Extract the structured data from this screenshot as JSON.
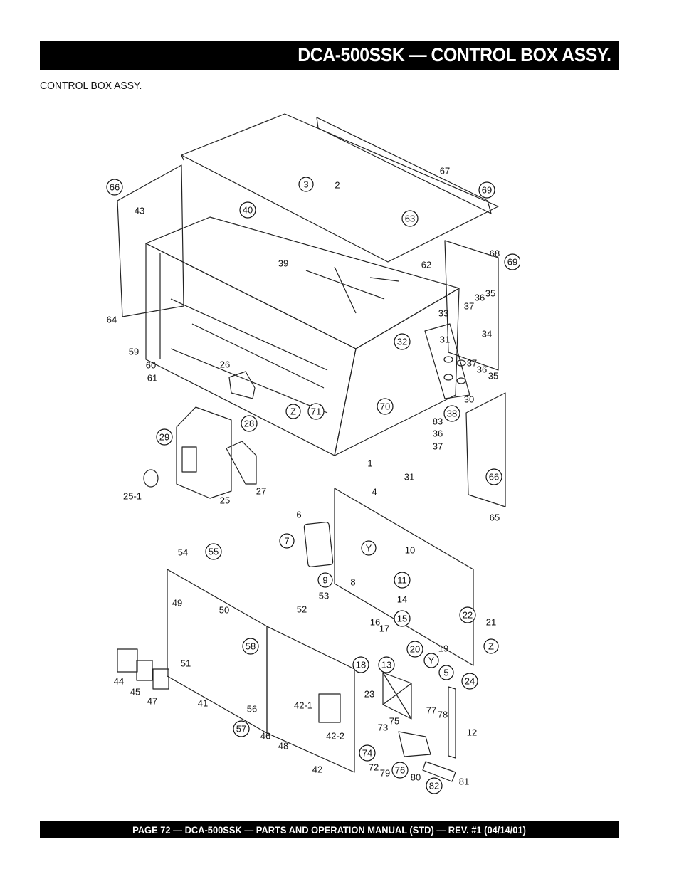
{
  "header": {
    "title": "DCA-500SSK — CONTROL BOX ASSY."
  },
  "section": {
    "subtitle": "CONTROL BOX ASSY."
  },
  "diagram": {
    "callouts": [
      {
        "id": "c66a",
        "label": "66",
        "circled": true
      },
      {
        "id": "c3",
        "label": "3",
        "circled": true
      },
      {
        "id": "c2",
        "label": "2",
        "circled": false
      },
      {
        "id": "c67",
        "label": "67",
        "circled": false
      },
      {
        "id": "c69a",
        "label": "69",
        "circled": true
      },
      {
        "id": "c43",
        "label": "43",
        "circled": false
      },
      {
        "id": "c40",
        "label": "40",
        "circled": true
      },
      {
        "id": "c63",
        "label": "63",
        "circled": true
      },
      {
        "id": "c68",
        "label": "68",
        "circled": false
      },
      {
        "id": "c69b",
        "label": "69",
        "circled": true
      },
      {
        "id": "c39",
        "label": "39",
        "circled": false
      },
      {
        "id": "c62",
        "label": "62",
        "circled": false
      },
      {
        "id": "c37a",
        "label": "37",
        "circled": false
      },
      {
        "id": "c36a",
        "label": "36",
        "circled": false
      },
      {
        "id": "c35a",
        "label": "35",
        "circled": false
      },
      {
        "id": "c33",
        "label": "33",
        "circled": false
      },
      {
        "id": "c64",
        "label": "64",
        "circled": false
      },
      {
        "id": "c34",
        "label": "34",
        "circled": false
      },
      {
        "id": "c31a",
        "label": "31",
        "circled": false
      },
      {
        "id": "c32",
        "label": "32",
        "circled": true
      },
      {
        "id": "c59",
        "label": "59",
        "circled": false
      },
      {
        "id": "c37b",
        "label": "37",
        "circled": false
      },
      {
        "id": "c36b",
        "label": "36",
        "circled": false
      },
      {
        "id": "c35b",
        "label": "35",
        "circled": false
      },
      {
        "id": "c60",
        "label": "60",
        "circled": false
      },
      {
        "id": "c61",
        "label": "61",
        "circled": false
      },
      {
        "id": "c26",
        "label": "26",
        "circled": false
      },
      {
        "id": "c30",
        "label": "30",
        "circled": false
      },
      {
        "id": "cZa",
        "label": "Z",
        "circled": true
      },
      {
        "id": "c71",
        "label": "71",
        "circled": true
      },
      {
        "id": "c70",
        "label": "70",
        "circled": true
      },
      {
        "id": "c38",
        "label": "38",
        "circled": true
      },
      {
        "id": "c29",
        "label": "29",
        "circled": true
      },
      {
        "id": "c28",
        "label": "28",
        "circled": true
      },
      {
        "id": "c83",
        "label": "83",
        "circled": false
      },
      {
        "id": "c36c",
        "label": "36",
        "circled": false
      },
      {
        "id": "c37c",
        "label": "37",
        "circled": false
      },
      {
        "id": "c1",
        "label": "1",
        "circled": false
      },
      {
        "id": "c31b",
        "label": "31",
        "circled": false
      },
      {
        "id": "c66b",
        "label": "66",
        "circled": true
      },
      {
        "id": "c27",
        "label": "27",
        "circled": false
      },
      {
        "id": "c25-1",
        "label": "25-1",
        "circled": false
      },
      {
        "id": "c25",
        "label": "25",
        "circled": false
      },
      {
        "id": "c65",
        "label": "65",
        "circled": false
      },
      {
        "id": "c4",
        "label": "4",
        "circled": false
      },
      {
        "id": "c6",
        "label": "6",
        "circled": false
      },
      {
        "id": "c7",
        "label": "7",
        "circled": true
      },
      {
        "id": "cYa",
        "label": "Y",
        "circled": true
      },
      {
        "id": "c10",
        "label": "10",
        "circled": false
      },
      {
        "id": "c54",
        "label": "54",
        "circled": false
      },
      {
        "id": "c55",
        "label": "55",
        "circled": true
      },
      {
        "id": "c9",
        "label": "9",
        "circled": true
      },
      {
        "id": "c8",
        "label": "8",
        "circled": false
      },
      {
        "id": "c11",
        "label": "11",
        "circled": true
      },
      {
        "id": "c53",
        "label": "53",
        "circled": false
      },
      {
        "id": "c14",
        "label": "14",
        "circled": false
      },
      {
        "id": "c49",
        "label": "49",
        "circled": false
      },
      {
        "id": "c50",
        "label": "50",
        "circled": false
      },
      {
        "id": "c52",
        "label": "52",
        "circled": false
      },
      {
        "id": "c15",
        "label": "15",
        "circled": true
      },
      {
        "id": "c22",
        "label": "22",
        "circled": true
      },
      {
        "id": "c21",
        "label": "21",
        "circled": false
      },
      {
        "id": "c16",
        "label": "16",
        "circled": false
      },
      {
        "id": "c17",
        "label": "17",
        "circled": false
      },
      {
        "id": "c58",
        "label": "58",
        "circled": true
      },
      {
        "id": "c20",
        "label": "20",
        "circled": true
      },
      {
        "id": "c19",
        "label": "19",
        "circled": false
      },
      {
        "id": "cZb",
        "label": "Z",
        "circled": true
      },
      {
        "id": "c51",
        "label": "51",
        "circled": false
      },
      {
        "id": "c18",
        "label": "18",
        "circled": true
      },
      {
        "id": "c13",
        "label": "13",
        "circled": true
      },
      {
        "id": "cYb",
        "label": "Y",
        "circled": true
      },
      {
        "id": "c5",
        "label": "5",
        "circled": true
      },
      {
        "id": "c44",
        "label": "44",
        "circled": false
      },
      {
        "id": "c45",
        "label": "45",
        "circled": false
      },
      {
        "id": "c47",
        "label": "47",
        "circled": false
      },
      {
        "id": "c41",
        "label": "41",
        "circled": false
      },
      {
        "id": "c24",
        "label": "24",
        "circled": true
      },
      {
        "id": "c23",
        "label": "23",
        "circled": false
      },
      {
        "id": "c56",
        "label": "56",
        "circled": false
      },
      {
        "id": "c42-1",
        "label": "42-1",
        "circled": false
      },
      {
        "id": "c77",
        "label": "77",
        "circled": false
      },
      {
        "id": "c78",
        "label": "78",
        "circled": false
      },
      {
        "id": "c75",
        "label": "75",
        "circled": false
      },
      {
        "id": "c73",
        "label": "73",
        "circled": false
      },
      {
        "id": "c12",
        "label": "12",
        "circled": false
      },
      {
        "id": "c57",
        "label": "57",
        "circled": true
      },
      {
        "id": "c42-2",
        "label": "42-2",
        "circled": false
      },
      {
        "id": "c46",
        "label": "46",
        "circled": false
      },
      {
        "id": "c48",
        "label": "48",
        "circled": false
      },
      {
        "id": "c74",
        "label": "74",
        "circled": true
      },
      {
        "id": "c72",
        "label": "72",
        "circled": false
      },
      {
        "id": "c79",
        "label": "79",
        "circled": false
      },
      {
        "id": "c76",
        "label": "76",
        "circled": true
      },
      {
        "id": "c80",
        "label": "80",
        "circled": false
      },
      {
        "id": "c42",
        "label": "42",
        "circled": false
      },
      {
        "id": "c82",
        "label": "82",
        "circled": true
      },
      {
        "id": "c81",
        "label": "81",
        "circled": false
      }
    ]
  },
  "footer": {
    "text": "PAGE 72 — DCA-500SSK — PARTS AND OPERATION MANUAL (STD) — REV. #1  (04/14/01)"
  }
}
